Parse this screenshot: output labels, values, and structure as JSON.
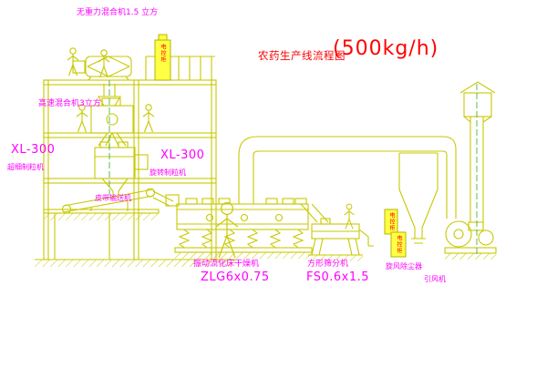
{
  "title": {
    "main": "农药生产线流程图",
    "capacity": "(500kg/h)"
  },
  "labels": {
    "mixer_top": "无重力混合机1.5 立方",
    "mixer_floor2": "高速混合机3立方",
    "granulator_left_model": "XL-300",
    "granulator_left_name": "超细制粒机",
    "granulator_center_model": "XL-300",
    "granulator_center_name": "旋转制粒机",
    "belt_conveyor": "皮带输送机",
    "dryer_name": "振动流化床干燥机",
    "dryer_model": "ZLG6x0.75",
    "sieve_name": "方形筛分机",
    "sieve_model": "FS0.6x1.5",
    "cyclone_name": "旋风除尘器",
    "fan_name": "引风机",
    "cabinet_top": "电控柜",
    "cabinet_right_1": "电控柜",
    "cabinet_right_2": "电控柜"
  },
  "colors": {
    "background": "#ffffff",
    "line_yellow": "#c8c800",
    "line_green": "#33aa33",
    "label_magenta": "#ff00ff",
    "title_red": "#ff0000",
    "cabinet_fill": "#ffff44",
    "cabinet_text_red": "#ff0000"
  }
}
